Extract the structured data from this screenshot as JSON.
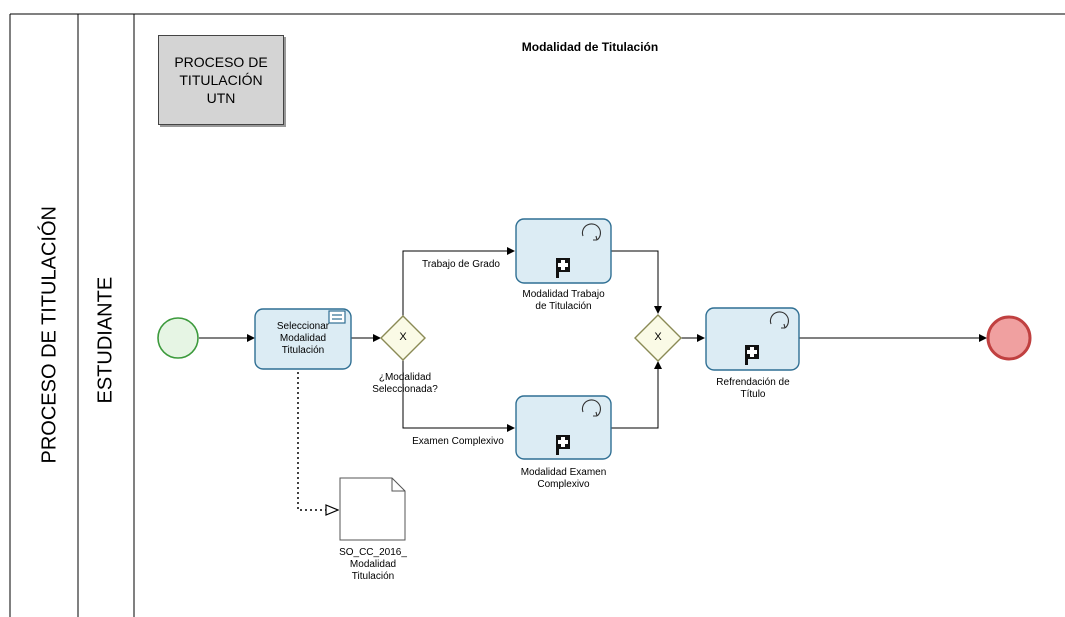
{
  "pool": {
    "label": "PROCESO DE TITULACIÓN"
  },
  "lane": {
    "label": "ESTUDIANTE"
  },
  "diagram": {
    "title": "Modalidad de Titulación"
  },
  "note": {
    "text": "PROCESO DE\nTITULACIÓN\nUTN"
  },
  "tasks": {
    "select": "Seleccionar\nModalidad\nTitulación",
    "trabajo": "Modalidad Trabajo\nde Titulación",
    "examen": "Modalidad Examen\nComplexivo",
    "refrendacion": "Refrendación de\nTítulo"
  },
  "gateways": {
    "split_mark": "X",
    "join_mark": "X",
    "question": "¿Modalidad\nSeleccionada?"
  },
  "flows": {
    "trabajo": "Trabajo de Grado",
    "examen": "Examen Complexivo"
  },
  "data_object": {
    "label": "SO_CC_2016_\nModalidad\nTitulación"
  },
  "colors": {
    "task_fill": "#dcecf4",
    "task_stroke": "#2f6f93",
    "start_fill": "#e6f5e4",
    "start_stroke": "#3c9a3c",
    "end_fill": "#f0a0a0",
    "end_stroke": "#c04040",
    "gateway_fill": "#fafae6",
    "gateway_stroke": "#8a8a55"
  }
}
